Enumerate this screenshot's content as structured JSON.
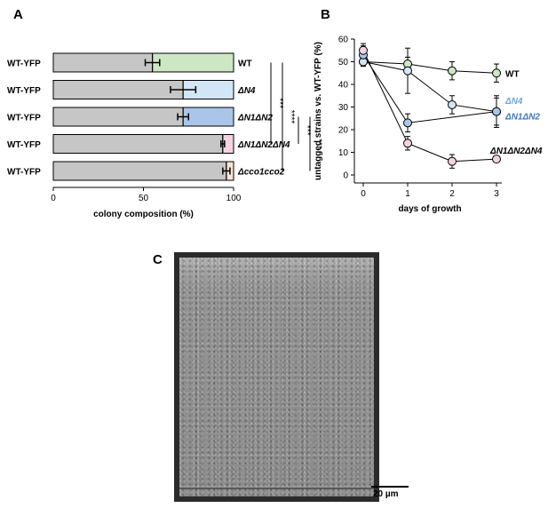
{
  "panels": {
    "a": "A",
    "b": "B",
    "c": "C"
  },
  "chart_data": [
    {
      "type": "bar",
      "stacked": true,
      "orientation": "horizontal",
      "xlabel": "colony composition (%)",
      "xlim": [
        0,
        100
      ],
      "xticks": [
        "0",
        "50",
        "100"
      ],
      "left_labels": [
        "WT-YFP",
        "WT-YFP",
        "WT-YFP",
        "WT-YFP",
        "WT-YFP"
      ],
      "right_labels": [
        "WT",
        "ΔN4",
        "ΔN1ΔN2",
        "ΔN1ΔN2ΔN4",
        "Δcco1cco2"
      ],
      "yfp_values": [
        55,
        72,
        72,
        94,
        96
      ],
      "errors": [
        4,
        7,
        3,
        1,
        2
      ],
      "fill_colors": [
        "#cde6c4",
        "#d3e6f6",
        "#a9c6e8",
        "#f4d3e1",
        "#fbe3d3"
      ],
      "base_color": "#c6c6c6",
      "significance": [
        {
          "from": 0,
          "to": 3,
          "label": "***"
        },
        {
          "from": 0,
          "to": 4,
          "label": "****"
        },
        {
          "from": 2,
          "to": 3,
          "label": "***"
        },
        {
          "from": 2,
          "to": 4,
          "label": "***"
        }
      ]
    },
    {
      "type": "line",
      "xlabel": "days of growth",
      "ylabel": "untagged strains vs. WT-YFP (%)",
      "xlim": [
        0,
        3
      ],
      "ylim": [
        0,
        60
      ],
      "xticks": [
        0,
        1,
        2,
        3
      ],
      "yticks": [
        0,
        10,
        20,
        30,
        40,
        50,
        60
      ],
      "series": [
        {
          "name": "WT",
          "color": "#cde6c4",
          "label_color": "#000000",
          "x": [
            0,
            1,
            2,
            3
          ],
          "y": [
            50,
            49,
            46,
            45
          ],
          "err": [
            2,
            3,
            4,
            4
          ]
        },
        {
          "name": "ΔN4",
          "color": "#d3e6f6",
          "label_color": "#6fa8dc",
          "x": [
            0,
            1,
            2,
            3
          ],
          "y": [
            50,
            46,
            31,
            28
          ],
          "err": [
            2,
            10,
            4,
            6
          ]
        },
        {
          "name": "ΔN1ΔN2",
          "color": "#a9c6e8",
          "label_color": "#3d7ab8",
          "x": [
            0,
            1,
            3
          ],
          "y": [
            53,
            23,
            28
          ],
          "err": [
            4,
            4,
            7
          ]
        },
        {
          "name": "ΔN1ΔN2ΔN4",
          "color": "#f4d3e1",
          "label_color": "#000000",
          "x": [
            0,
            1,
            2,
            3
          ],
          "y": [
            55,
            14,
            6,
            7
          ],
          "err": [
            3,
            3,
            3,
            1
          ]
        }
      ]
    }
  ],
  "scale_bar": "20 µm"
}
